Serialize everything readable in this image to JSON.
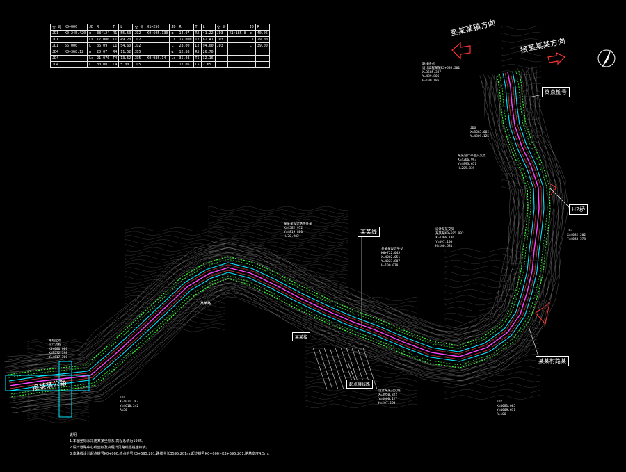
{
  "table": {
    "rows": [
      [
        "交 号",
        "K0+000",
        "JD",
        "R",
        "T",
        "L",
        "交 号",
        "K1+250",
        "JD",
        "R",
        "T",
        "L",
        "交 号",
        "",
        "JD",
        "R"
      ],
      [
        "JD1",
        "K0+245.420",
        "α",
        "38°12'",
        "R1",
        "55.53",
        "JD2",
        "K0+605.130",
        "α",
        "14.07",
        "R2",
        "41.22",
        "JD3",
        "K1+185.8",
        "α",
        "40.06"
      ],
      [
        "JD1",
        "",
        "Ls",
        "17.000",
        "T1",
        "49.20",
        "JD2",
        "",
        "Ls",
        "15.000",
        "T2",
        "82.41",
        "JD3",
        "",
        "Ls",
        "29.00"
      ],
      [
        "JD1",
        "56.000",
        "L",
        "36.09",
        "L1",
        "54.60",
        "JD2",
        "",
        "L",
        "28.00",
        "L2",
        "94.00",
        "JD3",
        "",
        "L",
        "39.00"
      ],
      [
        "JD4",
        "K0+368.12",
        "α",
        "20.07",
        "R4",
        "11.52",
        "JD5",
        "",
        "α",
        "12.88",
        "R5",
        "26.70",
        "",
        "",
        "",
        ""
      ],
      [
        "JD4",
        "",
        "Ls",
        "21.070",
        "T4",
        "13.52",
        "JD5",
        "K0+986.14",
        "Ls",
        "35.08",
        "T5",
        "32.16",
        "",
        "",
        "",
        ""
      ],
      [
        "JD4",
        "",
        "L",
        "30.00",
        "L4",
        "5.00",
        "JD5",
        "",
        "L",
        "17.06",
        "L5",
        "2.65",
        "",
        "",
        "",
        ""
      ]
    ]
  },
  "labels": {
    "north_direction": "至某某镇方向",
    "east_direction": "接某某某方向",
    "west_start": "接某某公路",
    "station_top": "终点桩号",
    "h2": "H2桥",
    "h1": "某某村路某",
    "crossing": "某某线",
    "junction": "起点接线路",
    "mid_left": "某某路",
    "mid_box": "某某接"
  },
  "annotations": [
    {
      "id": "a-top",
      "lines": [
        "路线终点",
        "设计高程某某K3+595.201",
        "X=3585.387",
        "Y=489.806",
        "H=100.185"
      ]
    },
    {
      "id": "a-r1",
      "lines": [
        "JD6",
        "X=3685.062",
        "Y=4809.125"
      ]
    },
    {
      "id": "a-r2",
      "lines": [
        "某某设计平面交叉点",
        "X=4266.993",
        "Y=4893.651",
        "H=209.839"
      ]
    },
    {
      "id": "a-r3",
      "lines": [
        "JD7",
        "X=4082.202",
        "Y=4083.573"
      ]
    },
    {
      "id": "a-c1",
      "lines": [
        "设计某某交叉",
        "某某某K0+595.092",
        "X=4366.136",
        "Y=497.100",
        "H=100.581"
      ]
    },
    {
      "id": "a-m1",
      "lines": [
        "某某某设计路线某某",
        "X=4582.912",
        "Y=4819.860",
        "H=70.982"
      ]
    },
    {
      "id": "a-m2",
      "lines": [
        "某某某设计平交",
        "K0+722.045",
        "X=4002.051",
        "Y=4023.807",
        "H=100.070"
      ]
    },
    {
      "id": "a-b1",
      "lines": [
        "设计某某交叉线",
        "X=3950.822",
        "Y=4000.127",
        "H=207.260"
      ]
    },
    {
      "id": "a-b2",
      "lines": [
        "JD2",
        "X=4081.005",
        "Y=4009.671",
        "R=100"
      ]
    },
    {
      "id": "a-l1",
      "lines": [
        "路线起点",
        "设计高程",
        "K0+000.000",
        "X=3572.298",
        "Y=4617.200"
      ]
    },
    {
      "id": "a-l2",
      "lines": [
        "JD1",
        "X=4021.383",
        "Y=4610.242",
        "R=50"
      ]
    }
  ],
  "notes": {
    "title": "说明",
    "items": [
      "1.本图坐标系采用某某坐标系,高程系统为1985。",
      "2.设计道路中心线坐标及高程详见路线逐桩坐标表。",
      "3.本路线设计起点桩号K0+000,终点桩号K3+595.201,路线全长3595.201m,起讫桩号K0+000~K3+595.201,路基宽度4.5m。"
    ]
  },
  "colors": {
    "centerline": "#ff44ff",
    "edge": "#00e5ff",
    "slope": "#33ff33",
    "redline": "#ff3333",
    "terrain": "#9a9a9a"
  }
}
